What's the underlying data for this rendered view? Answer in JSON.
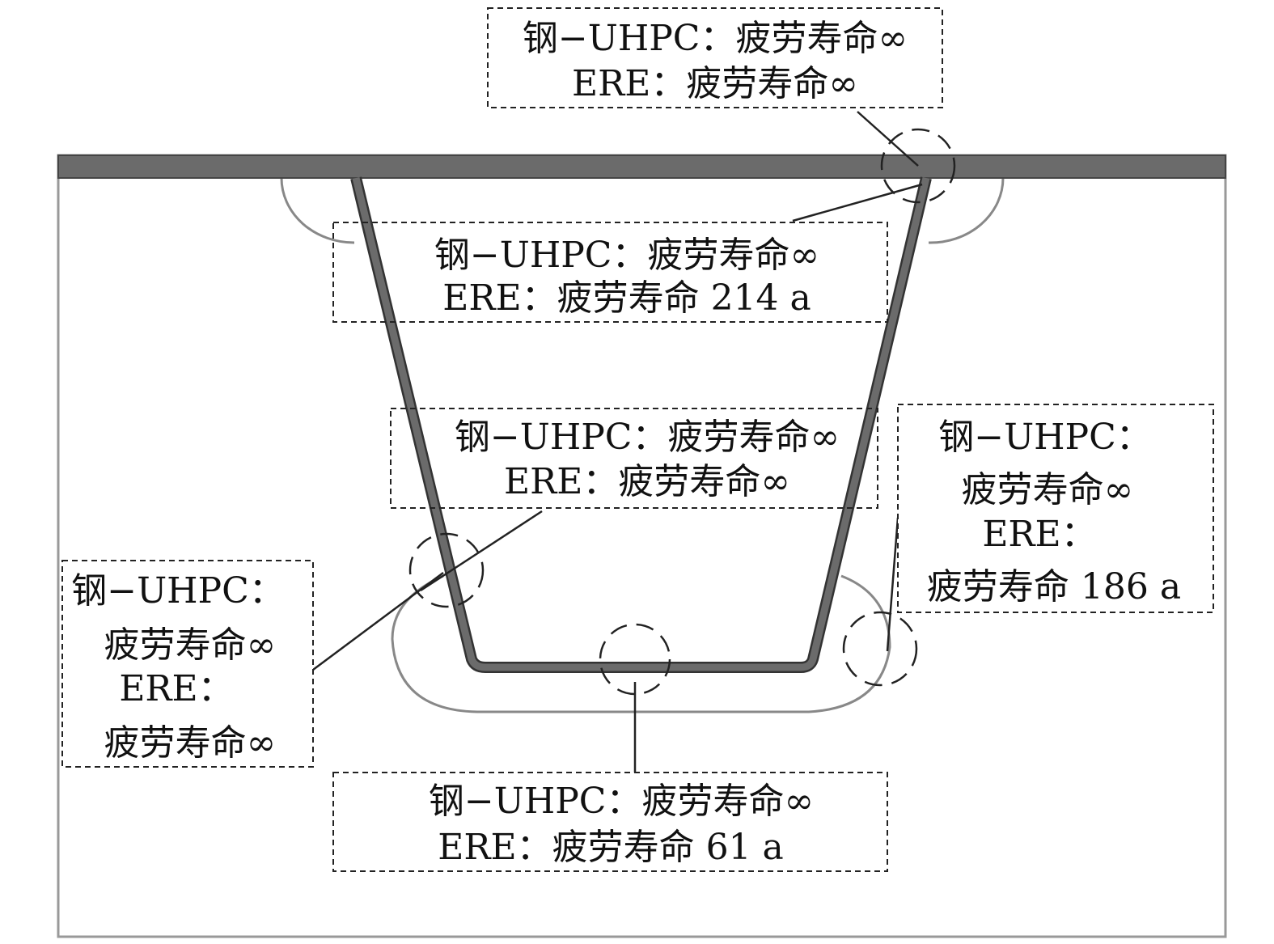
{
  "labels": {
    "top": {
      "line1": "钢−UHPC：疲劳寿命∞",
      "line2": "ERE：疲劳寿命∞"
    },
    "upper": {
      "line1": "钢−UHPC：疲劳寿命∞",
      "line2": "ERE：疲劳寿命 214 a"
    },
    "middle": {
      "line1": "钢−UHPC：疲劳寿命∞",
      "line2": "ERE：疲劳寿命∞"
    },
    "right": {
      "line1": "钢−UHPC：",
      "line2": "疲劳寿命∞",
      "line3": "ERE：",
      "line4": "疲劳寿命 186 a"
    },
    "left": {
      "line1": "钢−UHPC：",
      "line2": "疲劳寿命∞",
      "line3": "ERE：",
      "line4": "疲劳寿命∞"
    },
    "bottom": {
      "line1": "钢−UHPC：疲劳寿命∞",
      "line2": "ERE：疲劳寿命 61 a"
    }
  },
  "colors": {
    "deck": "#6b6b6b",
    "rib": "#555555",
    "outline": "#888888"
  }
}
